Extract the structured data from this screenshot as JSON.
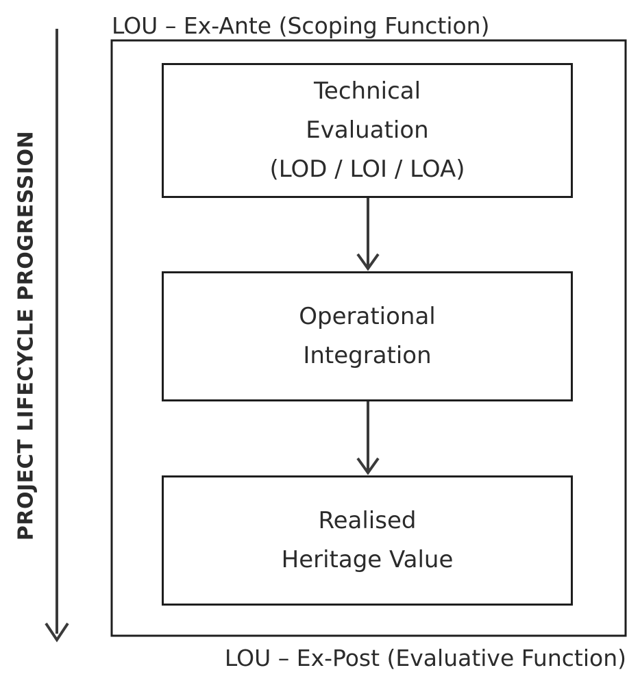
{
  "diagram": {
    "top_caption": "LOU – Ex-Ante (Scoping Function)",
    "bottom_caption": "LOU – Ex-Post (Evaluative Function)",
    "side_label": "PROJECT LIFECYCLE PROGRESSION",
    "boxes": [
      {
        "lines": [
          "Technical",
          "Evaluation",
          "(LOD / LOI / LOA)"
        ]
      },
      {
        "lines": [
          "Operational",
          "Integration"
        ]
      },
      {
        "lines": [
          "Realised",
          "Heritage Value"
        ]
      }
    ],
    "colors": {
      "stroke": "#1e1e1e",
      "text": "#2b2b2b",
      "arrow": "#3a3a3a",
      "background": "#ffffff"
    }
  }
}
